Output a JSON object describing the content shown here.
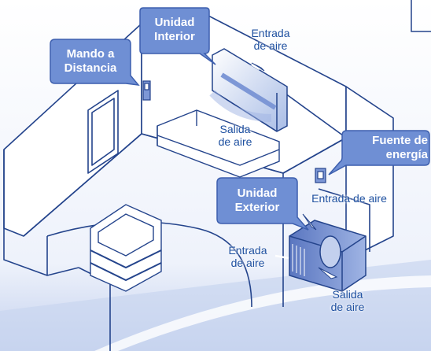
{
  "callouts": {
    "indoor_unit": [
      "Unidad",
      "Interior"
    ],
    "remote": [
      "Mando a",
      "Distancia"
    ],
    "power": [
      "Fuente de",
      "energía"
    ],
    "outdoor_unit": [
      "Unidad",
      "Exterior"
    ]
  },
  "labels": {
    "indoor_air_in": [
      "Entrada",
      "de aire"
    ],
    "indoor_air_out": [
      "Salida",
      "de aire"
    ],
    "outdoor_air_in_top": "Entrada de aire",
    "outdoor_air_in_side": [
      "Entrada",
      "de aire"
    ],
    "outdoor_air_out": [
      "Salida",
      "de aire"
    ]
  },
  "colors": {
    "callout_fill": "#6f8fd4",
    "label_text": "#1e50a0",
    "line": "#24448c",
    "floor_shade": "#c9d6f0"
  }
}
